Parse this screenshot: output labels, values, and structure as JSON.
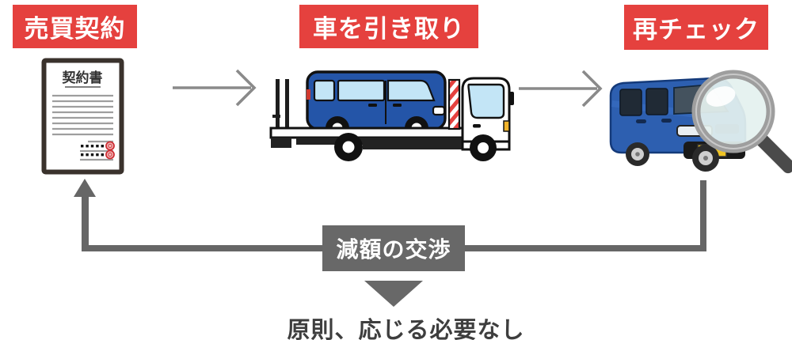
{
  "diagram_title": "car-sale-renegotiation-flow",
  "steps": [
    {
      "label": "売買契約",
      "icon": "contract-document-icon"
    },
    {
      "label": "車を引き取り",
      "icon": "tow-truck-icon"
    },
    {
      "label": "再チェック",
      "icon": "car-magnifier-icon"
    }
  ],
  "contract": {
    "title": "契約書"
  },
  "loop": {
    "label": "減額の交渉"
  },
  "conclusion": {
    "text": "原則、応じる必要なし"
  },
  "colors": {
    "step_red": "#e5413e",
    "loop_gray": "#686868",
    "line_gray": "#666666",
    "arrow_gray": "#8a8a8a",
    "text_dark": "#3e3e3e",
    "car_blue": "#2d5fb0",
    "window_blue": "#c3e5f6",
    "plate_yellow": "#f0c424",
    "stamp_red": "#cf2e35"
  }
}
